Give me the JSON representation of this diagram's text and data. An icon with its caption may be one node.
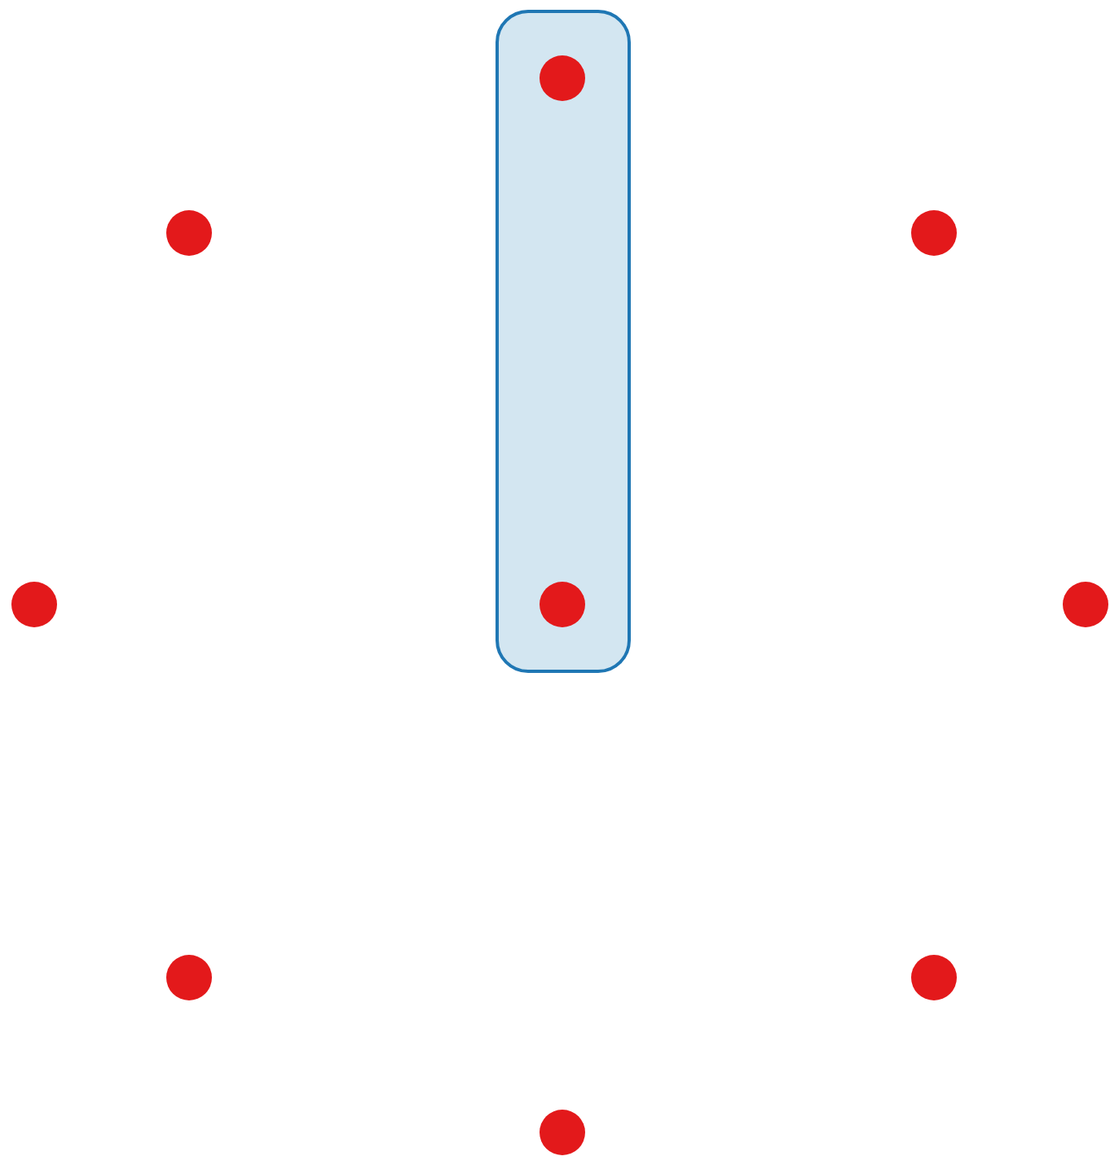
{
  "diagram": {
    "nodes": [
      {
        "text": [],
        "shape": "box"
      },
      {
        "text": [],
        "shape": "circle",
        "in": 0
      },
      {
        "text": [],
        "shape": "circle",
        "in": 0
      },
      {
        "text": [],
        "shape": "circle"
      },
      {
        "text": [],
        "shape": "circle"
      },
      {
        "text": [],
        "shape": "circle"
      },
      {
        "text": [],
        "shape": "circle"
      },
      {
        "text": [],
        "shape": "circle"
      },
      {
        "text": [],
        "shape": "circle"
      },
      {
        "text": [],
        "shape": "circle"
      }
    ]
  }
}
